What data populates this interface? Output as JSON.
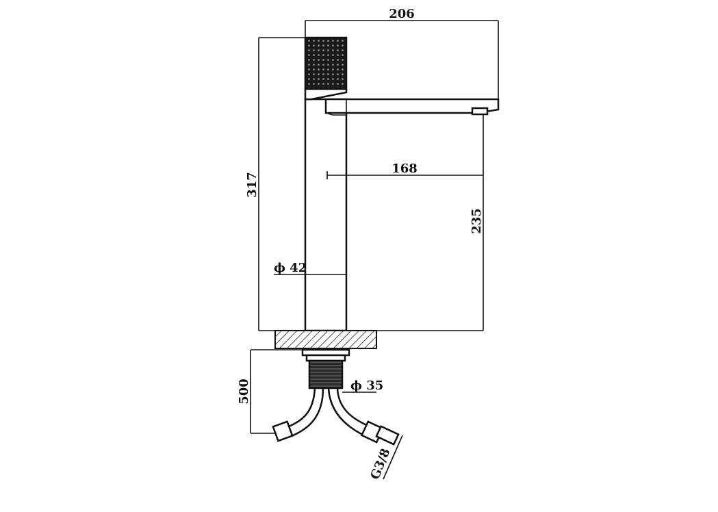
{
  "dimensions": {
    "spout_reach_total": "206",
    "total_height": "317",
    "spout_reach_from_body": "168",
    "spout_height": "235",
    "body_diameter": "ϕ 42",
    "hose_length": "500",
    "thread_diameter": "ϕ 35",
    "hose_thread": "G3/8"
  },
  "colors": {
    "line": "#111111",
    "background": "#ffffff"
  }
}
